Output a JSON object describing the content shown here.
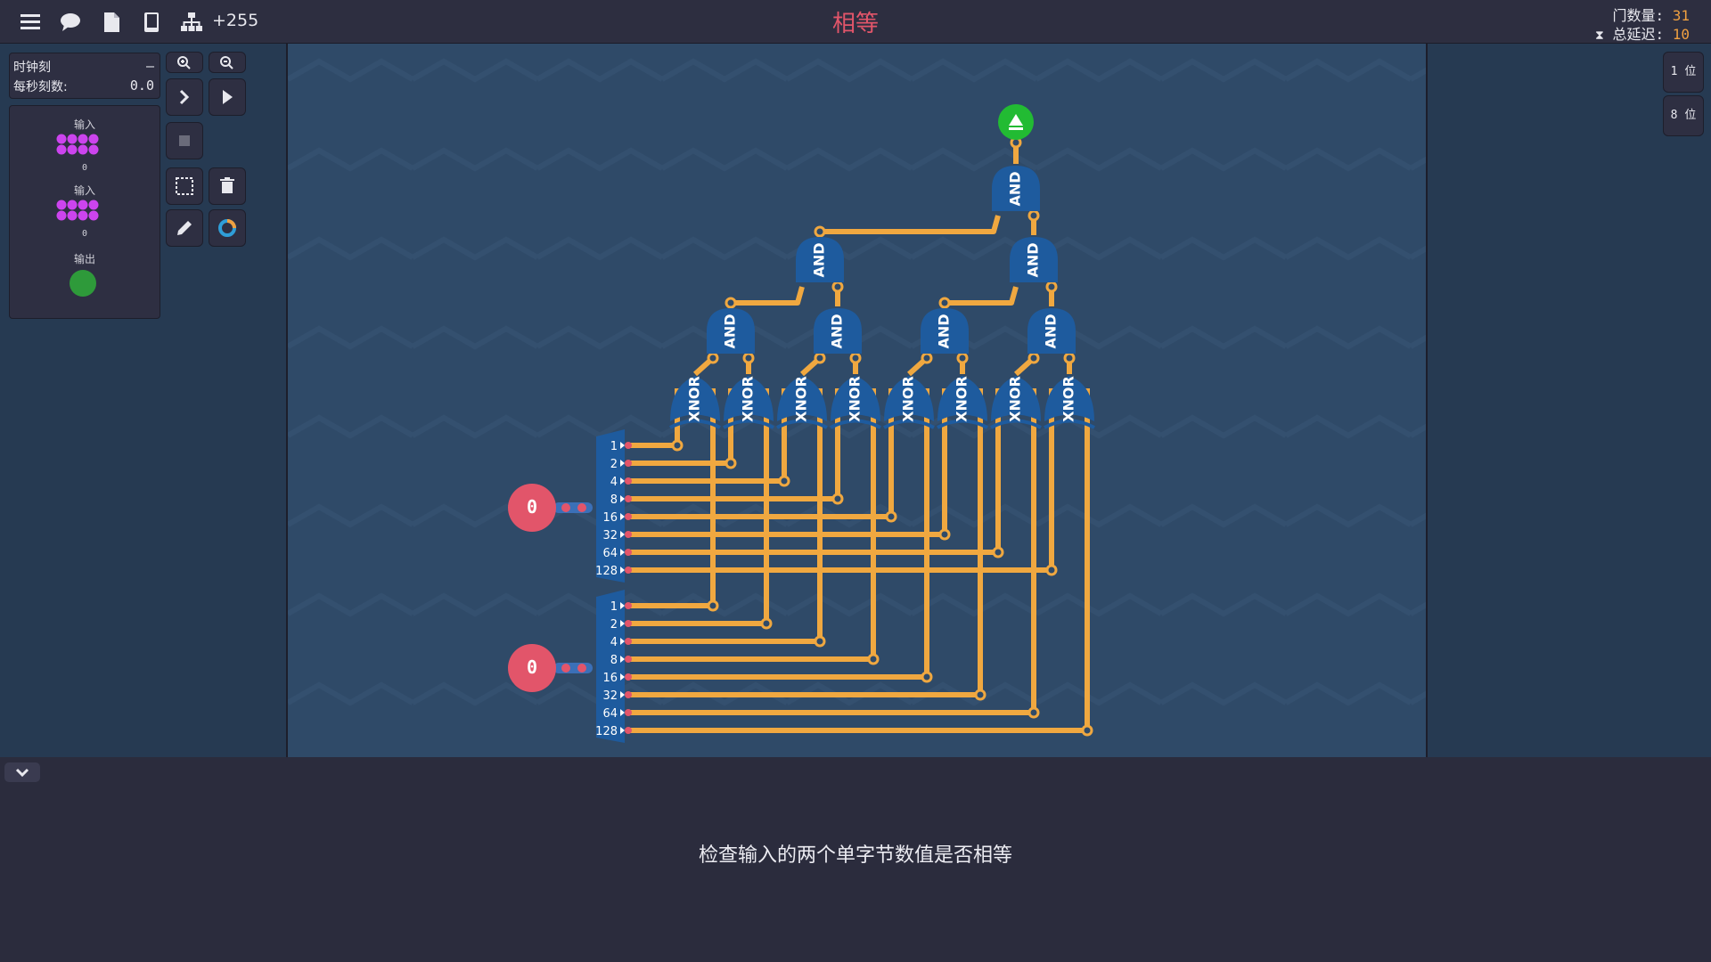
{
  "header": {
    "title": "相等",
    "gain": "+255",
    "gate_count_label": "门数量:",
    "gate_count": "31",
    "delay_label": "总延迟:",
    "delay": "10"
  },
  "clock": {
    "label": "时钟刻",
    "dash": "–",
    "tps_label": "每秒刻数:",
    "tps": "0.0"
  },
  "parts": {
    "input1_label": "输入",
    "input1_value": "0",
    "input2_label": "输入",
    "input2_value": "0",
    "output_label": "输出"
  },
  "right_buttons": {
    "one_bit": "1 位",
    "eight_bit": "8 位"
  },
  "circuit": {
    "input_a_value": "0",
    "input_b_value": "0",
    "bit_labels": [
      "1",
      "2",
      "4",
      "8",
      "16",
      "32",
      "64",
      "128"
    ],
    "xnor_label": "XNOR",
    "and_label": "AND"
  },
  "description": "检查输入的两个单字节数值是否相等",
  "colors": {
    "wire": "#f0a840",
    "gate": "#1e5b9e",
    "input": "#e2556a",
    "output": "#22bb33",
    "title": "#e2556a"
  }
}
